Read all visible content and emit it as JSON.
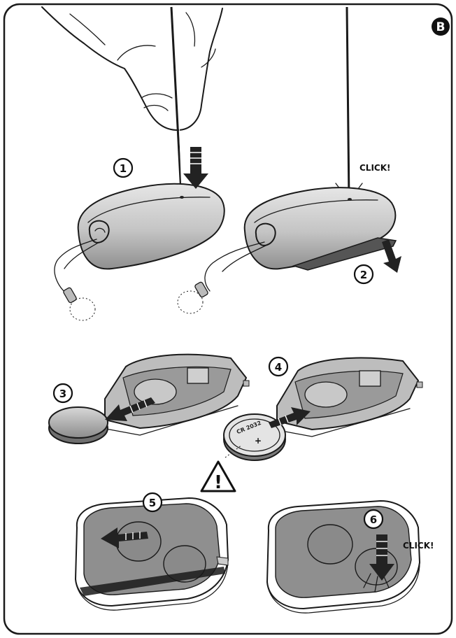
{
  "panel_badge": "B",
  "steps": [
    {
      "label": "1"
    },
    {
      "label": "2"
    },
    {
      "label": "3"
    },
    {
      "label": "4"
    },
    {
      "label": "5"
    },
    {
      "label": "6"
    }
  ],
  "click_labels": [
    "CLICK!",
    "CLICK!"
  ],
  "battery_label": "CR 2032",
  "battery_polarity": "+",
  "warning_symbol": "!",
  "colors": {
    "frame": "#1a1a1a",
    "badge_fill": "#111111",
    "shell_grey": "#c9c9c9",
    "pad_grey": "#8a8a8a",
    "arrow": "#222222"
  }
}
